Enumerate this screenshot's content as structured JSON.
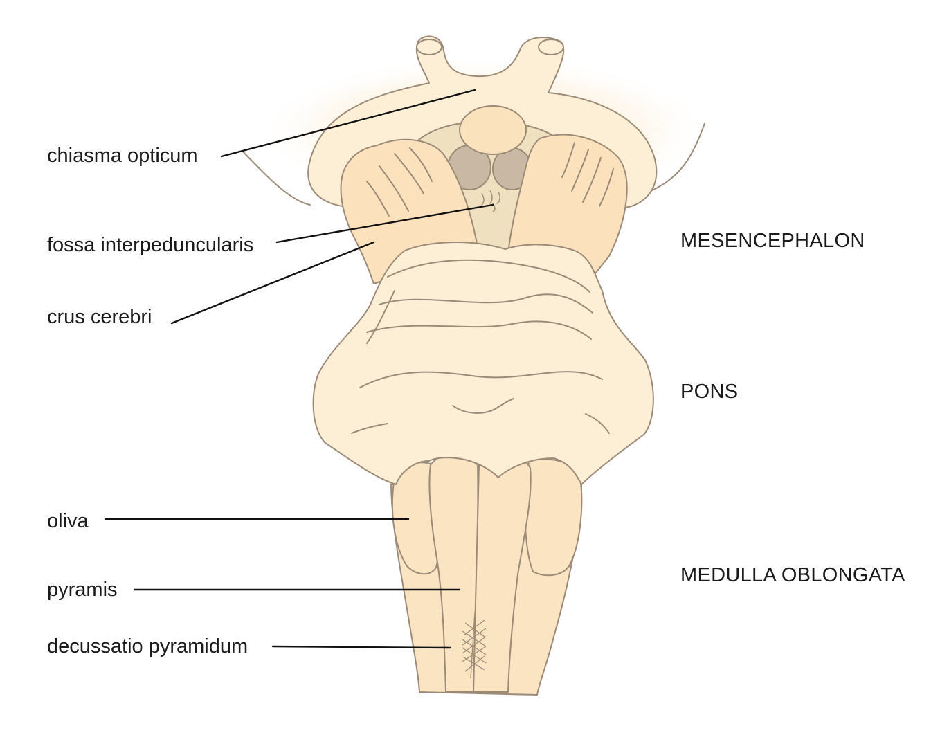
{
  "labels": {
    "chiasma_opticum": "chiasma opticum",
    "fossa_interpeduncularis": "fossa interpeduncularis",
    "crus_cerebri": "crus cerebri",
    "oliva": "oliva",
    "pyramis": "pyramis",
    "decussatio_pyramidum": "decussatio pyramidum"
  },
  "regions": {
    "mesencephalon": "MESENCEPHALON",
    "pons": "PONS",
    "medulla_oblongata": "MEDULLA OBLONGATA"
  },
  "colors": {
    "tissue": "#fdeed6",
    "tissue_dark": "#fbe2bd",
    "fossa": "#efe0bf",
    "mammillary": "#c9b8a4",
    "outline": "#9c8a78",
    "leader": "#111111"
  }
}
